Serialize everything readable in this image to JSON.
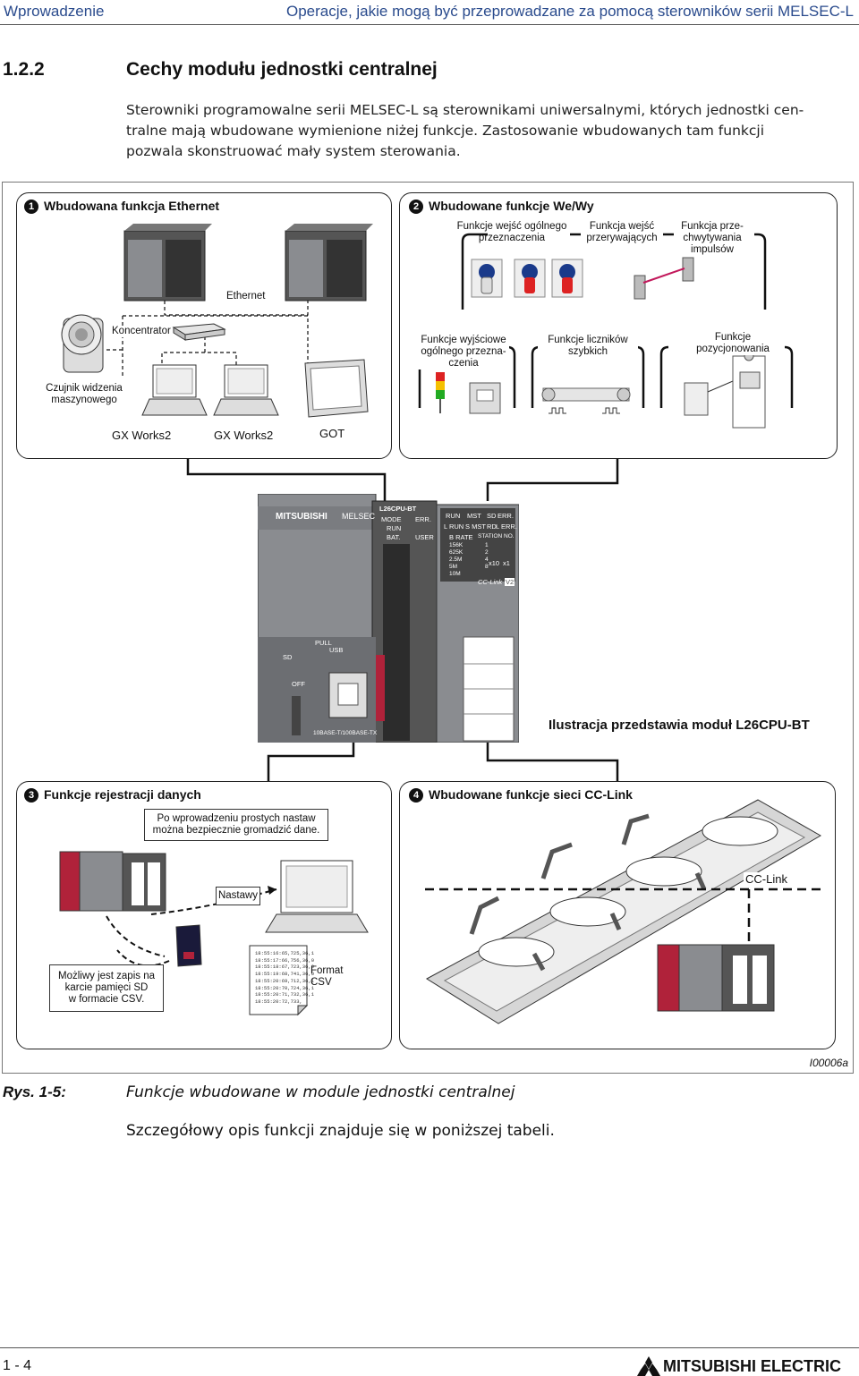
{
  "header": {
    "left": "Wprowadzenie",
    "right": "Operacje, jakie mogą być przeprowadzane za pomocą sterowników serii MELSEC-L"
  },
  "section": {
    "number": "1.2.2",
    "title": "Cechy modułu jednostki centralnej"
  },
  "intro": {
    "line1": "Sterowniki programowalne serii MELSEC-L są sterownikami uniwersalnymi, których jednostki cen-",
    "line2": "tralne mają wbudowane wymienione niżej funkcje. Zastosowanie wbudowanych tam funkcji",
    "line3": "pozwala skonstruować mały system sterowania."
  },
  "panel1": {
    "num": "1",
    "title": "Wbudowana funkcja Ethernet",
    "ethernet_label": "Ethernet",
    "hub_label": "Koncentrator",
    "sensor_label_1": "Czujnik widzenia",
    "sensor_label_2": "maszynowego",
    "pc1": "GX Works2",
    "pc2": "GX Works2",
    "got": "GOT"
  },
  "panel2": {
    "num": "2",
    "title": "Wbudowane funkcje We/Wy",
    "in_general_1": "Funkcje wejść ogólnego",
    "in_general_2": "przeznaczenia",
    "interrupt_1": "Funkcja wejść",
    "interrupt_2": "przerywających",
    "pulse_1": "Funkcja prze-",
    "pulse_2": "chwytywania",
    "pulse_3": "impulsów",
    "out_general_1": "Funkcje wyjściowe",
    "out_general_2": "ogólnego przezna-",
    "out_general_3": "czenia",
    "counters_1": "Funkcje liczników",
    "counters_2": "szybkich",
    "positioning_1": "Funkcje",
    "positioning_2": "pozycjonowania"
  },
  "plc": {
    "brand": "MITSUBISHI",
    "series": "MELSEC",
    "model": "L26CPU-BT",
    "mode": "MODE",
    "run": "RUN",
    "bat": "BAT.",
    "err": "ERR.",
    "user": "USER",
    "cc_run": "RUN",
    "cc_lrun": "L RUN",
    "cc_mst": "MST",
    "cc_smst": "S MST",
    "cc_sd": "SD",
    "cc_rd": "RD",
    "cc_err": "ERR.",
    "cc_lerr": "L ERR.",
    "b_rate": "B RATE",
    "rates": "156K 625K 2.5M 5M 10M",
    "station": "STATION NO.",
    "station_vals": "1 2 4 8",
    "x10": "x10",
    "x1": "x1",
    "cclink": "CC-Link",
    "v2": "V2",
    "sd": "SD",
    "pull": "PULL",
    "usb": "USB",
    "off": "OFF",
    "port": "10BASE-T/100BASE-TX",
    "caption": "Ilustracja przedstawia moduł L26CPU-BT"
  },
  "panel3": {
    "num": "3",
    "title": "Funkcje rejestracji danych",
    "note_1": "Po wprowadzeniu prostych nastaw",
    "note_2": "można bezpiecznie gromadzić dane.",
    "settings": "Nastawy",
    "sd_1": "Możliwy jest zapis na",
    "sd_2": "karcie pamięci SD",
    "sd_3": "w formacie CSV.",
    "csv_lines": [
      "18:55:16:65,725,36,1",
      "18:55:17:66,756,36,0",
      "18:55:18:67,723,36,0",
      "18:55:19:68,741,36,0",
      "18:55:20:69,712,36,1",
      "18:55:20:70,724,36,1",
      "18:55:20:71,732,36,1",
      "18:55:20:72,733,"
    ],
    "format_1": "Format",
    "format_2": "CSV"
  },
  "panel4": {
    "num": "4",
    "title": "Wbudowane funkcje sieci CC-Link",
    "cclink": "CC-Link"
  },
  "figure": {
    "id": "I00006a",
    "label": "Rys. 1-5:",
    "caption": "Funkcje wbudowane w module jednostki centralnej"
  },
  "body": {
    "text": "Szczegółowy opis funkcji znajduje się w poniższej tabeli."
  },
  "footer": {
    "page": "1 - 4",
    "brand": "MITSUBISHI ELECTRIC"
  },
  "colors": {
    "header_blue": "#2a4b8d",
    "plc_red": "#b0223a",
    "plc_gray": "#8a8c90"
  }
}
